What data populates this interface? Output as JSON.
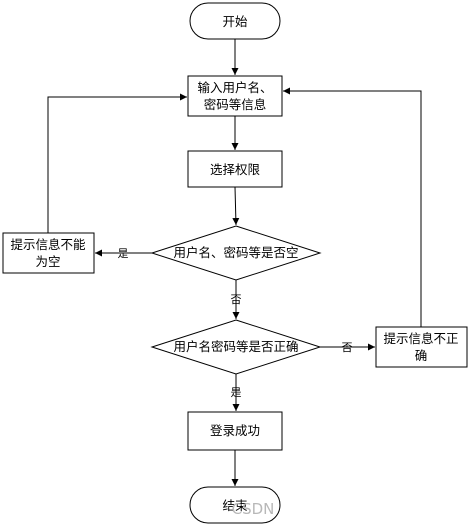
{
  "nodes": {
    "start": "开始",
    "input_line1": "输入用户名、",
    "input_line2": "密码等信息",
    "select": "选择权限",
    "check_empty": "用户名、密码等是否空",
    "hint_empty_line1": "提示信息不能",
    "hint_empty_line2": "为空",
    "check_correct": "用户名密码等是否正确",
    "hint_wrong_line1": "提示信息不正",
    "hint_wrong_line2": "确",
    "success": "登录成功",
    "end": "结束"
  },
  "edges": {
    "empty_yes": "是",
    "empty_no": "否",
    "correct_no": "否",
    "correct_yes": "是"
  },
  "watermark": "CSDN"
}
